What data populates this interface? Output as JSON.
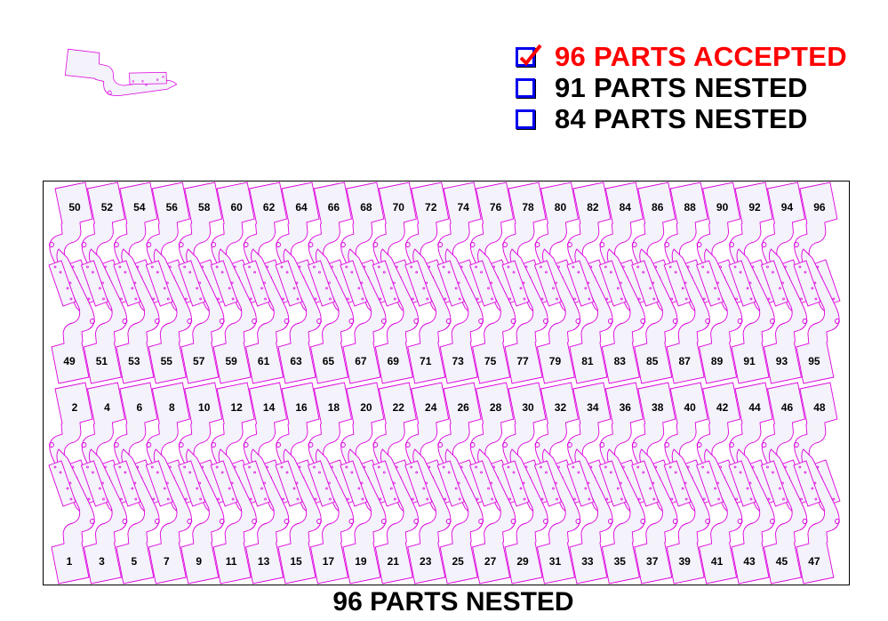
{
  "legend": [
    {
      "label": "96 PARTS ACCEPTED",
      "checked": true,
      "color": "#ff0000"
    },
    {
      "label": "91 PARTS NESTED",
      "checked": false,
      "color": "#000000"
    },
    {
      "label": "84 PARTS NESTED",
      "checked": false,
      "color": "#000000"
    }
  ],
  "footer": "96 PARTS NESTED",
  "colors": {
    "part_outline": "#dd00dd",
    "part_fill": "#f4f2fb",
    "checkbox": "#0000ee",
    "check": "#ff0000"
  },
  "rows": [
    [
      50,
      52,
      54,
      56,
      58,
      60,
      62,
      64,
      66,
      68,
      70,
      72,
      74,
      76,
      78,
      80,
      82,
      84,
      86,
      88,
      90,
      92,
      94,
      96
    ],
    [
      49,
      51,
      53,
      55,
      57,
      59,
      61,
      63,
      65,
      67,
      69,
      71,
      73,
      75,
      77,
      79,
      81,
      83,
      85,
      87,
      89,
      91,
      93,
      95
    ],
    [
      2,
      4,
      6,
      8,
      10,
      12,
      14,
      16,
      18,
      20,
      22,
      24,
      26,
      28,
      30,
      32,
      34,
      36,
      38,
      40,
      42,
      44,
      46,
      48
    ],
    [
      1,
      3,
      5,
      7,
      9,
      11,
      13,
      15,
      17,
      19,
      21,
      23,
      25,
      27,
      29,
      31,
      33,
      35,
      37,
      39,
      41,
      43,
      45,
      47
    ]
  ]
}
